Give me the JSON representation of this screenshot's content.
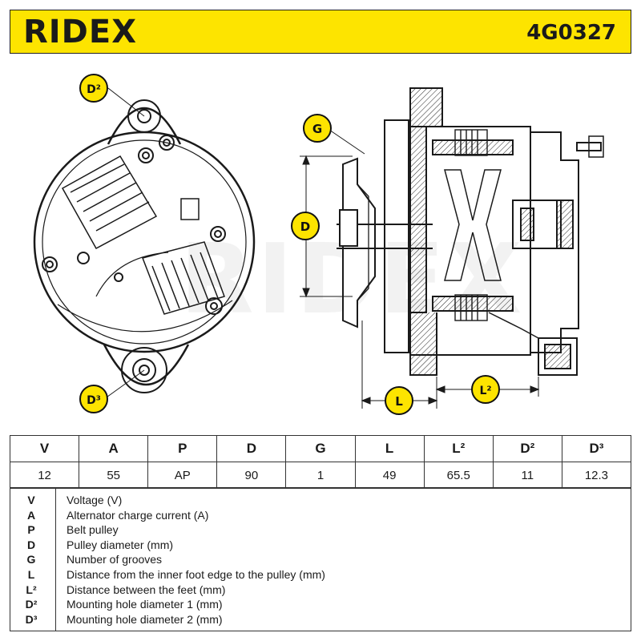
{
  "header": {
    "brand": "RIDEX",
    "code": "4G0327",
    "brand_color": "#fde400"
  },
  "callouts": {
    "d2": "D²",
    "d3": "D³",
    "g": "G",
    "d": "D",
    "l": "L",
    "l2": "L²"
  },
  "watermark": "RIDEX",
  "specs": {
    "headers": [
      "V",
      "A",
      "P",
      "D",
      "G",
      "L",
      "L²",
      "D²",
      "D³"
    ],
    "values": [
      "12",
      "55",
      "AP",
      "90",
      "1",
      "49",
      "65.5",
      "11",
      "12.3"
    ]
  },
  "legend": [
    {
      "sym": "V",
      "desc": "Voltage (V)"
    },
    {
      "sym": "A",
      "desc": "Alternator charge current (A)"
    },
    {
      "sym": "P",
      "desc": "Belt pulley"
    },
    {
      "sym": "D",
      "desc": "Pulley diameter (mm)"
    },
    {
      "sym": "G",
      "desc": "Number of grooves"
    },
    {
      "sym": "L",
      "desc": "Distance from the inner foot edge to the pulley (mm)"
    },
    {
      "sym": "L²",
      "desc": "Distance between the feet (mm)"
    },
    {
      "sym": "D²",
      "desc": "Mounting hole diameter 1 (mm)"
    },
    {
      "sym": "D³",
      "desc": "Mounting hole diameter 2 (mm)"
    }
  ]
}
